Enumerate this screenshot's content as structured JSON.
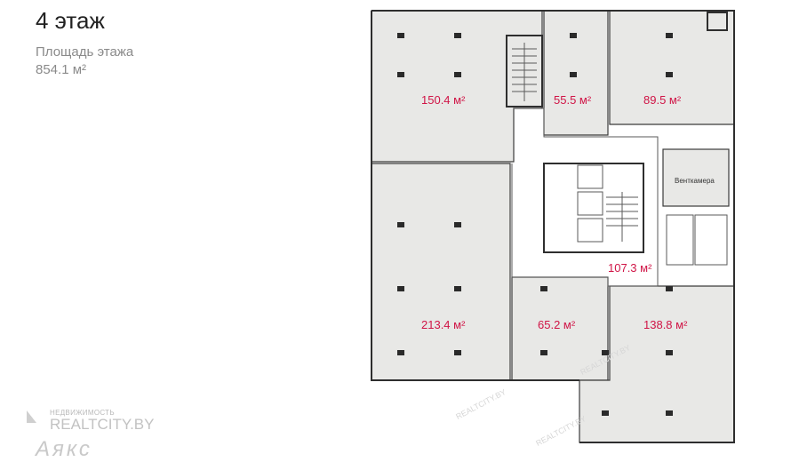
{
  "header": {
    "floor_title": "4 этаж",
    "area_label": "Площадь этажа",
    "area_value": "854.1 м²"
  },
  "rooms": [
    {
      "id": "r1",
      "area": "150.4 м²"
    },
    {
      "id": "r2",
      "area": "55.5 м²"
    },
    {
      "id": "r3",
      "area": "89.5 м²"
    },
    {
      "id": "r4",
      "area": "107.3 м²"
    },
    {
      "id": "r5",
      "area": "213.4 м²"
    },
    {
      "id": "r6",
      "area": "65.2 м²"
    },
    {
      "id": "r7",
      "area": "138.8 м²"
    }
  ],
  "labels": {
    "vent": "Венткамера"
  },
  "watermark": {
    "top": "НЕДВИЖИМОСТЬ",
    "main": "REALTCITY.BY",
    "logo": "Аякс",
    "faint": "REALTCITY.BY"
  },
  "colors": {
    "room_area_text": "#d01446",
    "room_fill": "#e8e8e6"
  }
}
